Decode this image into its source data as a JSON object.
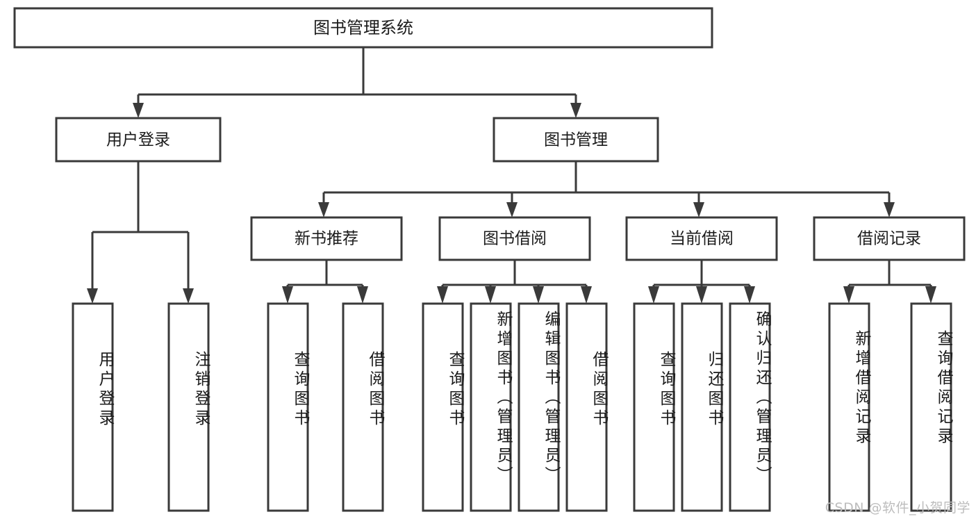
{
  "diagram": {
    "type": "tree-hierarchy",
    "title": "图书管理系统",
    "orientation": "top-down",
    "colors": {
      "box_stroke": "#3a3a3a",
      "box_fill": "#ffffff",
      "text": "#1b1b1b",
      "background": "#ffffff",
      "watermark": "#bdbdbd"
    },
    "root": {
      "label": "图书管理系统"
    },
    "level2": [
      {
        "label": "用户登录"
      },
      {
        "label": "图书管理"
      }
    ],
    "level3": [
      {
        "label": "新书推荐"
      },
      {
        "label": "图书借阅"
      },
      {
        "label": "当前借阅"
      },
      {
        "label": "借阅记录"
      }
    ],
    "leaves": {
      "user_login": [
        {
          "label": "用户登录"
        },
        {
          "label": "注销登录"
        }
      ],
      "new_book_recommend": [
        {
          "label": "查询图书"
        },
        {
          "label": "借阅图书"
        }
      ],
      "book_borrow": [
        {
          "label": "查询图书"
        },
        {
          "label": "新增图书（管理员）"
        },
        {
          "label": "编辑图书（管理员）"
        },
        {
          "label": "借阅图书"
        }
      ],
      "current_borrow": [
        {
          "label": "查询图书"
        },
        {
          "label": "归还图书"
        },
        {
          "label": "确认归还（管理员）"
        }
      ],
      "borrow_record": [
        {
          "label": "新增借阅记录"
        },
        {
          "label": "查询借阅记录"
        }
      ]
    }
  },
  "watermark": {
    "text": "CSDN @软件_小贺同学"
  }
}
